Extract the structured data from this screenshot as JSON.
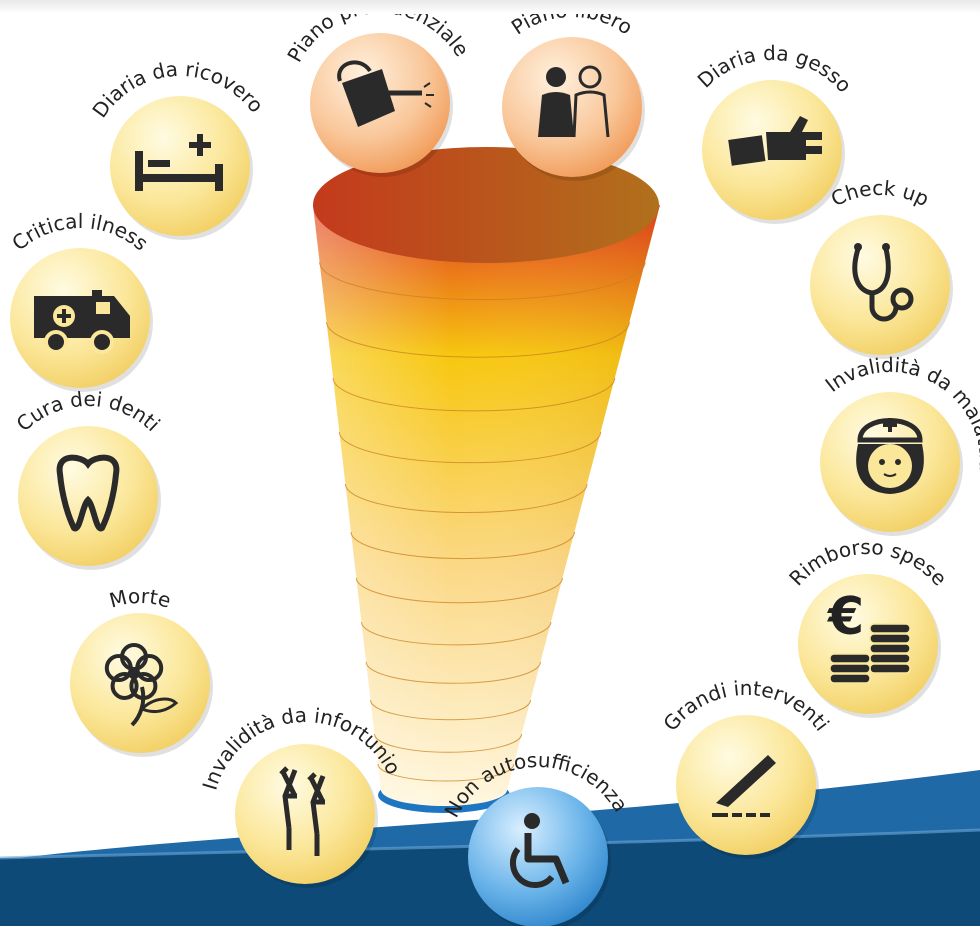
{
  "colors": {
    "circle_yellow": "#fbe79a",
    "circle_orange": "#f9c79a",
    "circle_blue": "#6cb5ea",
    "wave_dark": "#0d4a78",
    "wave_light": "#1f6aa6",
    "icon": "#2a2a2a",
    "cone_top": "#e23a21",
    "cone_mid": "#f7c70e",
    "cone_bottom": "#fff7e0",
    "cone_base": "#1e75c2"
  },
  "items": [
    {
      "id": "diaria-da-ricovero",
      "label": "Diaria da ricovero",
      "icon": "hospital-bed-icon",
      "style": "yellow"
    },
    {
      "id": "piano-previdenziale",
      "label": "Piano previdenziale",
      "icon": "watering-can-icon",
      "style": "orange"
    },
    {
      "id": "piano-libero",
      "label": "Piano libero",
      "icon": "two-people-icon",
      "style": "orange"
    },
    {
      "id": "diaria-da-gesso",
      "label": "Diaria da gesso",
      "icon": "cast-arm-icon",
      "style": "yellow"
    },
    {
      "id": "critical-ilness",
      "label": "Critical ilness",
      "icon": "ambulance-icon",
      "style": "yellow"
    },
    {
      "id": "check-up",
      "label": "Check up",
      "icon": "stethoscope-icon",
      "style": "yellow"
    },
    {
      "id": "cura-dei-denti",
      "label": "Cura dei denti",
      "icon": "tooth-icon",
      "style": "yellow"
    },
    {
      "id": "invalidita-da-malattia",
      "label": "Invalidità da malattia",
      "icon": "nurse-icon",
      "style": "yellow"
    },
    {
      "id": "morte",
      "label": "Morte",
      "icon": "flower-icon",
      "style": "yellow"
    },
    {
      "id": "rimborso-spese",
      "label": "Rimborso spese",
      "icon": "euro-coins-icon",
      "style": "yellow"
    },
    {
      "id": "invalidita-da-infortunio",
      "label": "Invalidità da infortunio",
      "icon": "crutches-icon",
      "style": "yellow"
    },
    {
      "id": "grandi-interventi",
      "label": "Grandi interventi",
      "icon": "scalpel-icon",
      "style": "yellow"
    },
    {
      "id": "non-autosufficienza",
      "label": "Non autosufficienza",
      "icon": "wheelchair-icon",
      "style": "blue"
    }
  ]
}
